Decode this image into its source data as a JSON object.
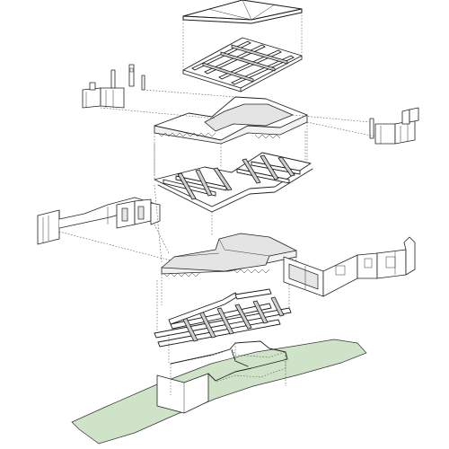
{
  "diagram": {
    "type": "exploded-axonometric",
    "colors": {
      "line": "#222222",
      "ground": "#cfe3c8",
      "slab_fill": "#e4e4e4",
      "background": "#ffffff"
    },
    "layers": [
      "roof-cap",
      "roof-frame",
      "upper-walls",
      "upper-slab",
      "upper-frame",
      "middle-walls",
      "middle-slab",
      "lower-walls",
      "lower-beams",
      "foundation",
      "terrain"
    ]
  }
}
